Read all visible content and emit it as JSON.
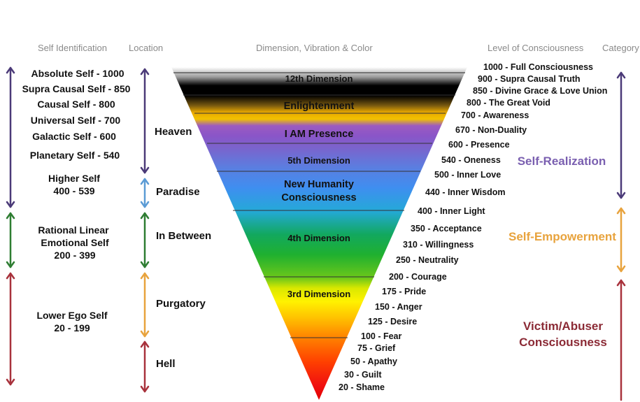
{
  "headers": {
    "self_identification": "Self Identification",
    "location": "Location",
    "dimension": "Dimension, Vibration & Color",
    "level": "Level of Consciousness",
    "category": "Category"
  },
  "self_identification": [
    "Absolute Self - 1000",
    "Supra Causal Self - 850",
    "Causal Self - 800",
    "Universal Self - 700",
    "Galactic Self - 600",
    "Planetary Self - 540",
    "Higher Self",
    "400 - 539",
    "Rational Linear",
    "Emotional Self",
    "200 - 399",
    "Lower Ego Self",
    "20 - 199"
  ],
  "locations": [
    "Heaven",
    "Paradise",
    "In Between",
    "Purgatory",
    "Hell"
  ],
  "bands": [
    "12th Dimension",
    "Enlightenment",
    "I AM Presence",
    "5th Dimension",
    "New Humanity",
    "Consciousness",
    "4th Dimension",
    "3rd Dimension"
  ],
  "levels": [
    "1000 - Full Consciousness",
    "900 - Supra Causal Truth",
    "850 - Divine Grace & Love Union",
    "800 - The Great Void",
    "700 - Awareness",
    "670 - Non-Duality",
    "600 - Presence",
    "540 - Oneness",
    "500 - Inner Love",
    "440 - Inner Wisdom",
    "400 - Inner Light",
    "350 - Acceptance",
    "310 - Willingness",
    "250 - Neutrality",
    "200 - Courage",
    "175 - Pride",
    "150 - Anger",
    "125 - Desire",
    "100 - Fear",
    "75 - Grief",
    "50 - Apathy",
    "30 - Guilt",
    "20 - Shame"
  ],
  "categories": {
    "self_realization": "Self-Realization",
    "self_empowerment": "Self-Empowerment",
    "victim_line1": "Victim/Abuser",
    "victim_line2": "Consciousness"
  },
  "colors": {
    "purple_arrow": "#4b3a78",
    "blue_arrow": "#5b9bd5",
    "green_arrow": "#2e7d32",
    "orange_arrow": "#e8a33d",
    "red_arrow": "#a8323c",
    "self_realization": "#7a5fb0",
    "self_empowerment": "#e8a33d",
    "victim": "#8b2a35"
  }
}
